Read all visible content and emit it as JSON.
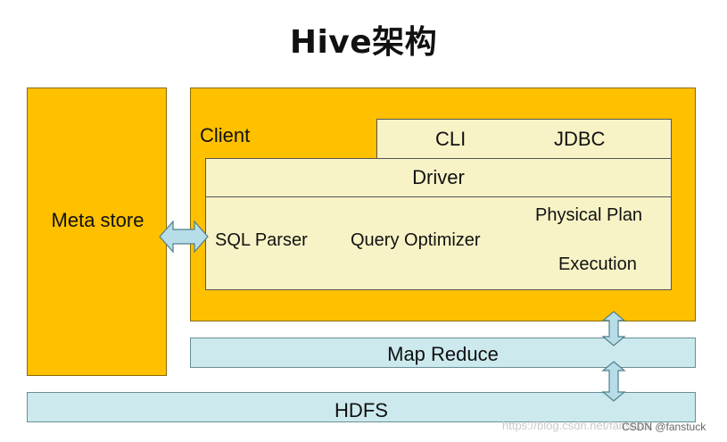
{
  "title": "Hive架构",
  "metastore": {
    "label": "Meta store"
  },
  "client": {
    "label": "Client",
    "interfaces": {
      "cli": "CLI",
      "jdbc": "JDBC"
    }
  },
  "driver": {
    "label": "Driver",
    "components": {
      "sql_parser": "SQL Parser",
      "query_optimizer": "Query Optimizer",
      "physical_plan": "Physical Plan",
      "execution": "Execution"
    }
  },
  "mapreduce": {
    "label": "Map Reduce"
  },
  "hdfs": {
    "label": "HDFS"
  },
  "watermark": {
    "url": "https://blog.csdn.net/fanstuck",
    "source": "CSDN @fanstuck"
  },
  "colors": {
    "orange_box": "#ffc000",
    "cream_box": "#f7f3c6",
    "light_blue_box": "#cce9ee",
    "arrow_fill": "#b7dde8"
  }
}
